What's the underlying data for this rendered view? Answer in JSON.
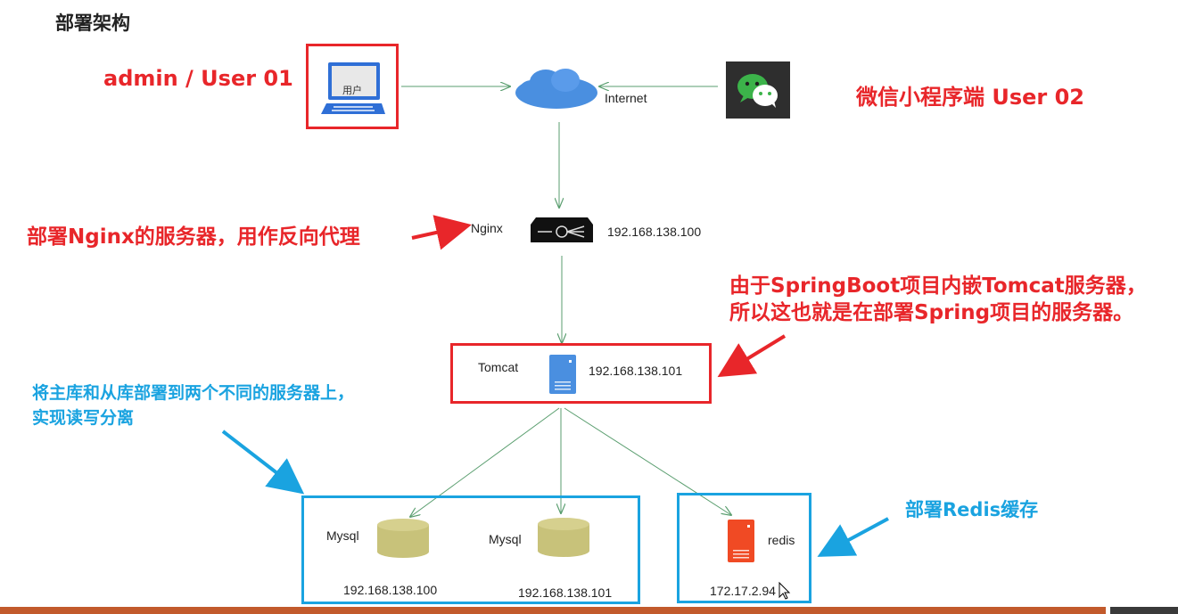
{
  "page": {
    "title": "部署架构"
  },
  "annotations": {
    "user01": "admin / User 01",
    "user02": "微信小程序端 User 02",
    "nginx_note": "部署Nginx的服务器，用作反向代理",
    "springboot_note_line1": "由于SpringBoot项目内嵌Tomcat服务器，",
    "springboot_note_line2": "所以这也就是在部署Spring项目的服务器。",
    "db_note_line1": "将主库和从库部署到两个不同的服务器上，",
    "db_note_line2": "实现读写分离",
    "redis_note": "部署Redis缓存"
  },
  "nodes": {
    "user_pc_label": "用户",
    "internet_label": "Internet",
    "nginx_label": "Nginx",
    "nginx_ip": "192.168.138.100",
    "tomcat_label": "Tomcat",
    "tomcat_ip": "192.168.138.101",
    "mysql1_label": "Mysql",
    "mysql1_ip": "192.168.138.100",
    "mysql2_label": "Mysql",
    "mysql2_ip": "192.168.138.101",
    "redis_label": "redis",
    "redis_ip": "172.17.2.94"
  },
  "colors": {
    "red": "#e8262a",
    "blue": "#1aa3e0",
    "link_green": "#5a9e6f",
    "db_khaki": "#c8c27a",
    "redis_orange": "#f04a24",
    "server_blue": "#4a8fe0"
  },
  "icons": [
    "computer-icon",
    "cloud-icon",
    "wechat-icon",
    "nginx-device-icon",
    "server-icon",
    "database-icon",
    "redis-icon",
    "move-cursor-icon"
  ]
}
